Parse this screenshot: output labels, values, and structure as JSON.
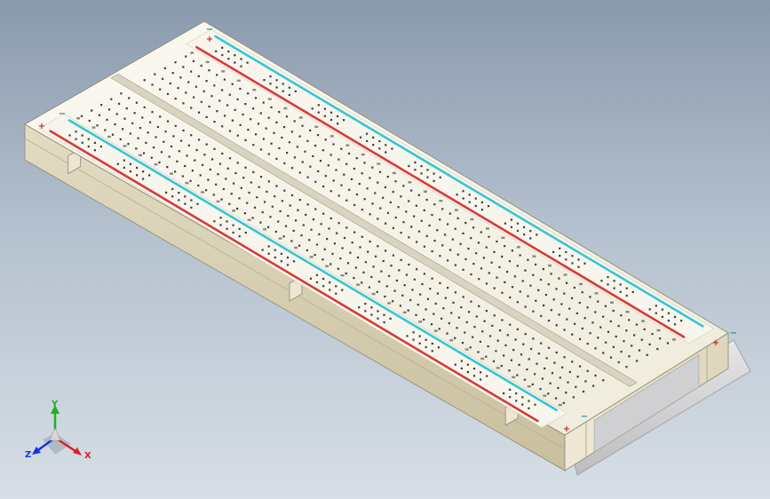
{
  "viewport": {
    "background_top": "#8a99ad",
    "background_bottom": "#d7dee6"
  },
  "model": {
    "name": "breadboard",
    "colors": {
      "body_top": "#f4f1e6",
      "body_side_front": "#d9d0b4",
      "body_side_end": "#ece6d2",
      "base_plate": "#d4d4d6",
      "hole": "#3d3d3d",
      "rail_red": "#d63a3a",
      "rail_cyan": "#35c6d6",
      "label_red": "#c02828",
      "label_blue": "#2a8aa0",
      "number_text": "#333333"
    },
    "rail_plus_symbol": "+",
    "rail_minus_symbol": "−"
  },
  "triad": {
    "axis_x_label": "X",
    "axis_y_label": "Y",
    "axis_z_label": "Z",
    "x_color": "#e02020",
    "y_color": "#20b020",
    "z_color": "#2030e0"
  }
}
